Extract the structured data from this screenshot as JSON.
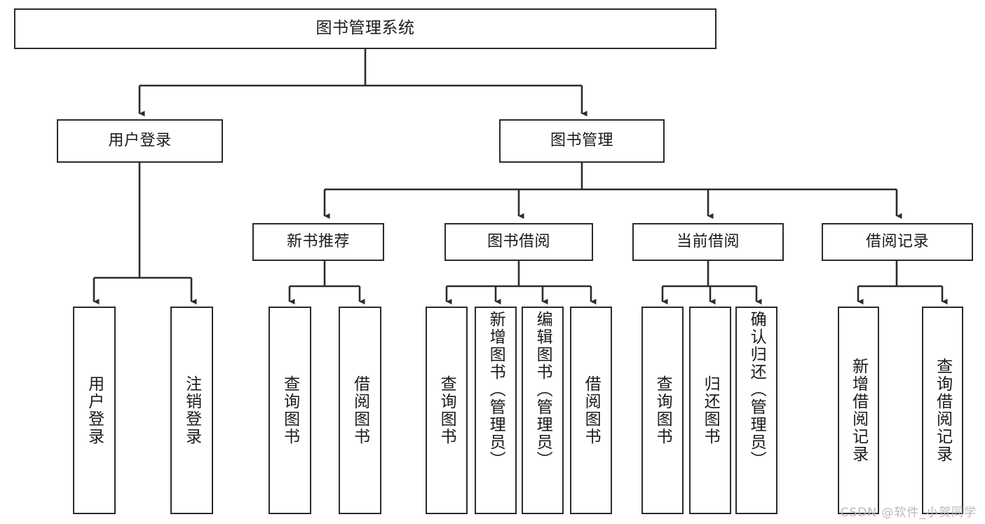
{
  "diagram": {
    "type": "tree-hierarchy",
    "title": "图书管理系统",
    "orientation": "top-down",
    "colors": {
      "stroke": "#2b2b2b",
      "fill": "#ffffff",
      "text": "#1a1a1a",
      "watermark": "#b9b9b9"
    },
    "root": {
      "label": "图书管理系统"
    },
    "level2": [
      {
        "id": "user-login",
        "label": "用户登录"
      },
      {
        "id": "book-manage",
        "label": "图书管理"
      }
    ],
    "level3": [
      {
        "id": "new-book-recommend",
        "label": "新书推荐"
      },
      {
        "id": "book-borrow",
        "label": "图书借阅"
      },
      {
        "id": "current-borrow",
        "label": "当前借阅"
      },
      {
        "id": "borrow-record",
        "label": "借阅记录"
      }
    ],
    "leaves": {
      "user_login": [
        {
          "id": "leaf-user-login",
          "label": "用户登录"
        },
        {
          "id": "leaf-logout-login",
          "label": "注销登录"
        }
      ],
      "new_book_recommend": [
        {
          "id": "leaf-query-book-1",
          "label": "查询图书"
        },
        {
          "id": "leaf-borrow-book-1",
          "label": "借阅图书"
        }
      ],
      "book_borrow": [
        {
          "id": "leaf-query-book-2",
          "label": "查询图书"
        },
        {
          "id": "leaf-add-book",
          "label": "新增图书（管理员）"
        },
        {
          "id": "leaf-edit-book",
          "label": "编辑图书（管理员）"
        },
        {
          "id": "leaf-borrow-book-2",
          "label": "借阅图书"
        }
      ],
      "current_borrow": [
        {
          "id": "leaf-query-book-3",
          "label": "查询图书"
        },
        {
          "id": "leaf-return-book",
          "label": "归还图书"
        },
        {
          "id": "leaf-confirm-return",
          "label": "确认归还（管理员）"
        }
      ],
      "borrow_record": [
        {
          "id": "leaf-add-borrow-record",
          "label": "新增借阅记录"
        },
        {
          "id": "leaf-query-borrow-record",
          "label": "查询借阅记录"
        }
      ]
    }
  },
  "watermark": {
    "text": "CSDN @软件_小贺同学"
  }
}
